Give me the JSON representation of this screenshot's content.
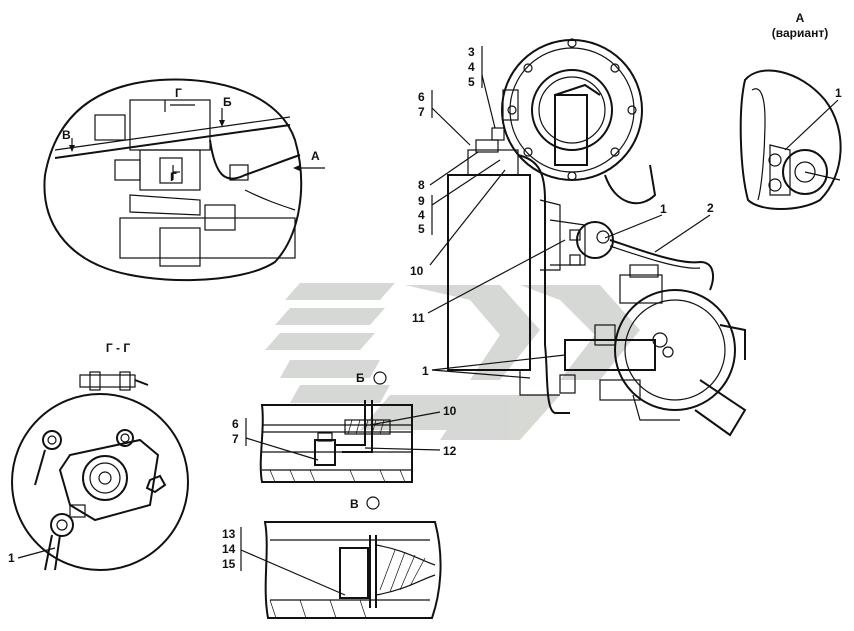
{
  "views": {
    "A_variant": {
      "title": "А",
      "subtitle": "(вариант)"
    },
    "section_GG": "Г - Г",
    "view_B_top": "Б",
    "view_V_bottom": "В",
    "top_arrow_G": "Г",
    "top_arrow_B": "Б",
    "top_arrow_V": "В",
    "top_arrow_A": "А",
    "top_inner_G": "Г"
  },
  "callouts": {
    "c3": "3",
    "c4a": "4",
    "c5a": "5",
    "c6a": "6",
    "c7a": "7",
    "c8": "8",
    "c9": "9",
    "c4b": "4",
    "c5b": "5",
    "c10a": "10",
    "c11": "11",
    "c1_main": "1",
    "c2": "2",
    "c1_A": "1",
    "c1_mid": "1",
    "c1_GG": "1",
    "c6b": "6",
    "c7b": "7",
    "c10b": "10",
    "c12": "12",
    "c13": "13",
    "c14": "14",
    "c15": "15"
  },
  "watermark_color": "#c9ccc7"
}
